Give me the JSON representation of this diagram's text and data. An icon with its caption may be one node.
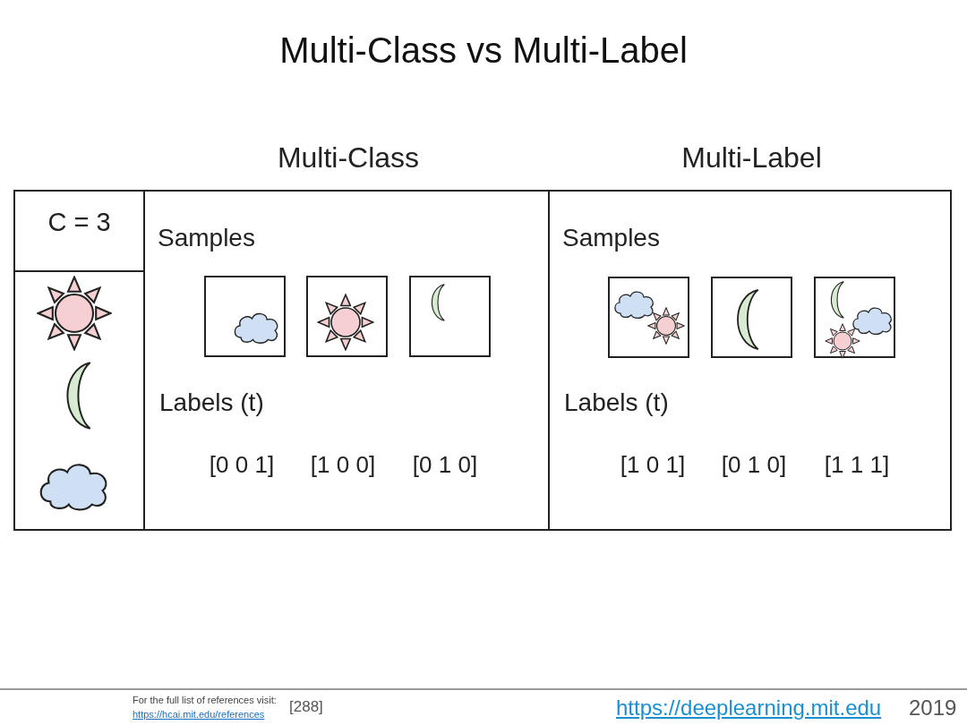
{
  "diagram": {
    "title": "Multi-Class vs Multi-Label",
    "nodes": [
      {
        "text": [
          "C = 3"
        ]
      },
      {
        "text": [],
        "shape": "box"
      },
      {
        "text": [
          "Multi-Class",
          "Samples",
          "Labels (t)",
          "[0 0 1]",
          "[1 0 0]",
          "[0 1 0]"
        ]
      },
      {
        "text": [],
        "shape": "box",
        "in": 2
      },
      {
        "text": [],
        "shape": "box",
        "in": 2
      },
      {
        "text": [],
        "shape": "box",
        "in": 2
      },
      {
        "text": [
          "Multi-Label",
          "Samples",
          "Labels (t)",
          "[1 0 1]",
          "[0 1 0]",
          "[1 1 1]"
        ]
      },
      {
        "text": [],
        "shape": "box",
        "in": 6
      },
      {
        "text": [],
        "shape": "box",
        "in": 6
      },
      {
        "text": [],
        "shape": "box",
        "in": 6
      }
    ],
    "labels": [
      "For the full list of references visit:",
      "https://hcai.mit.edu/references",
      "[288]",
      "https://deeplearning.mit.edu",
      "2019"
    ]
  }
}
